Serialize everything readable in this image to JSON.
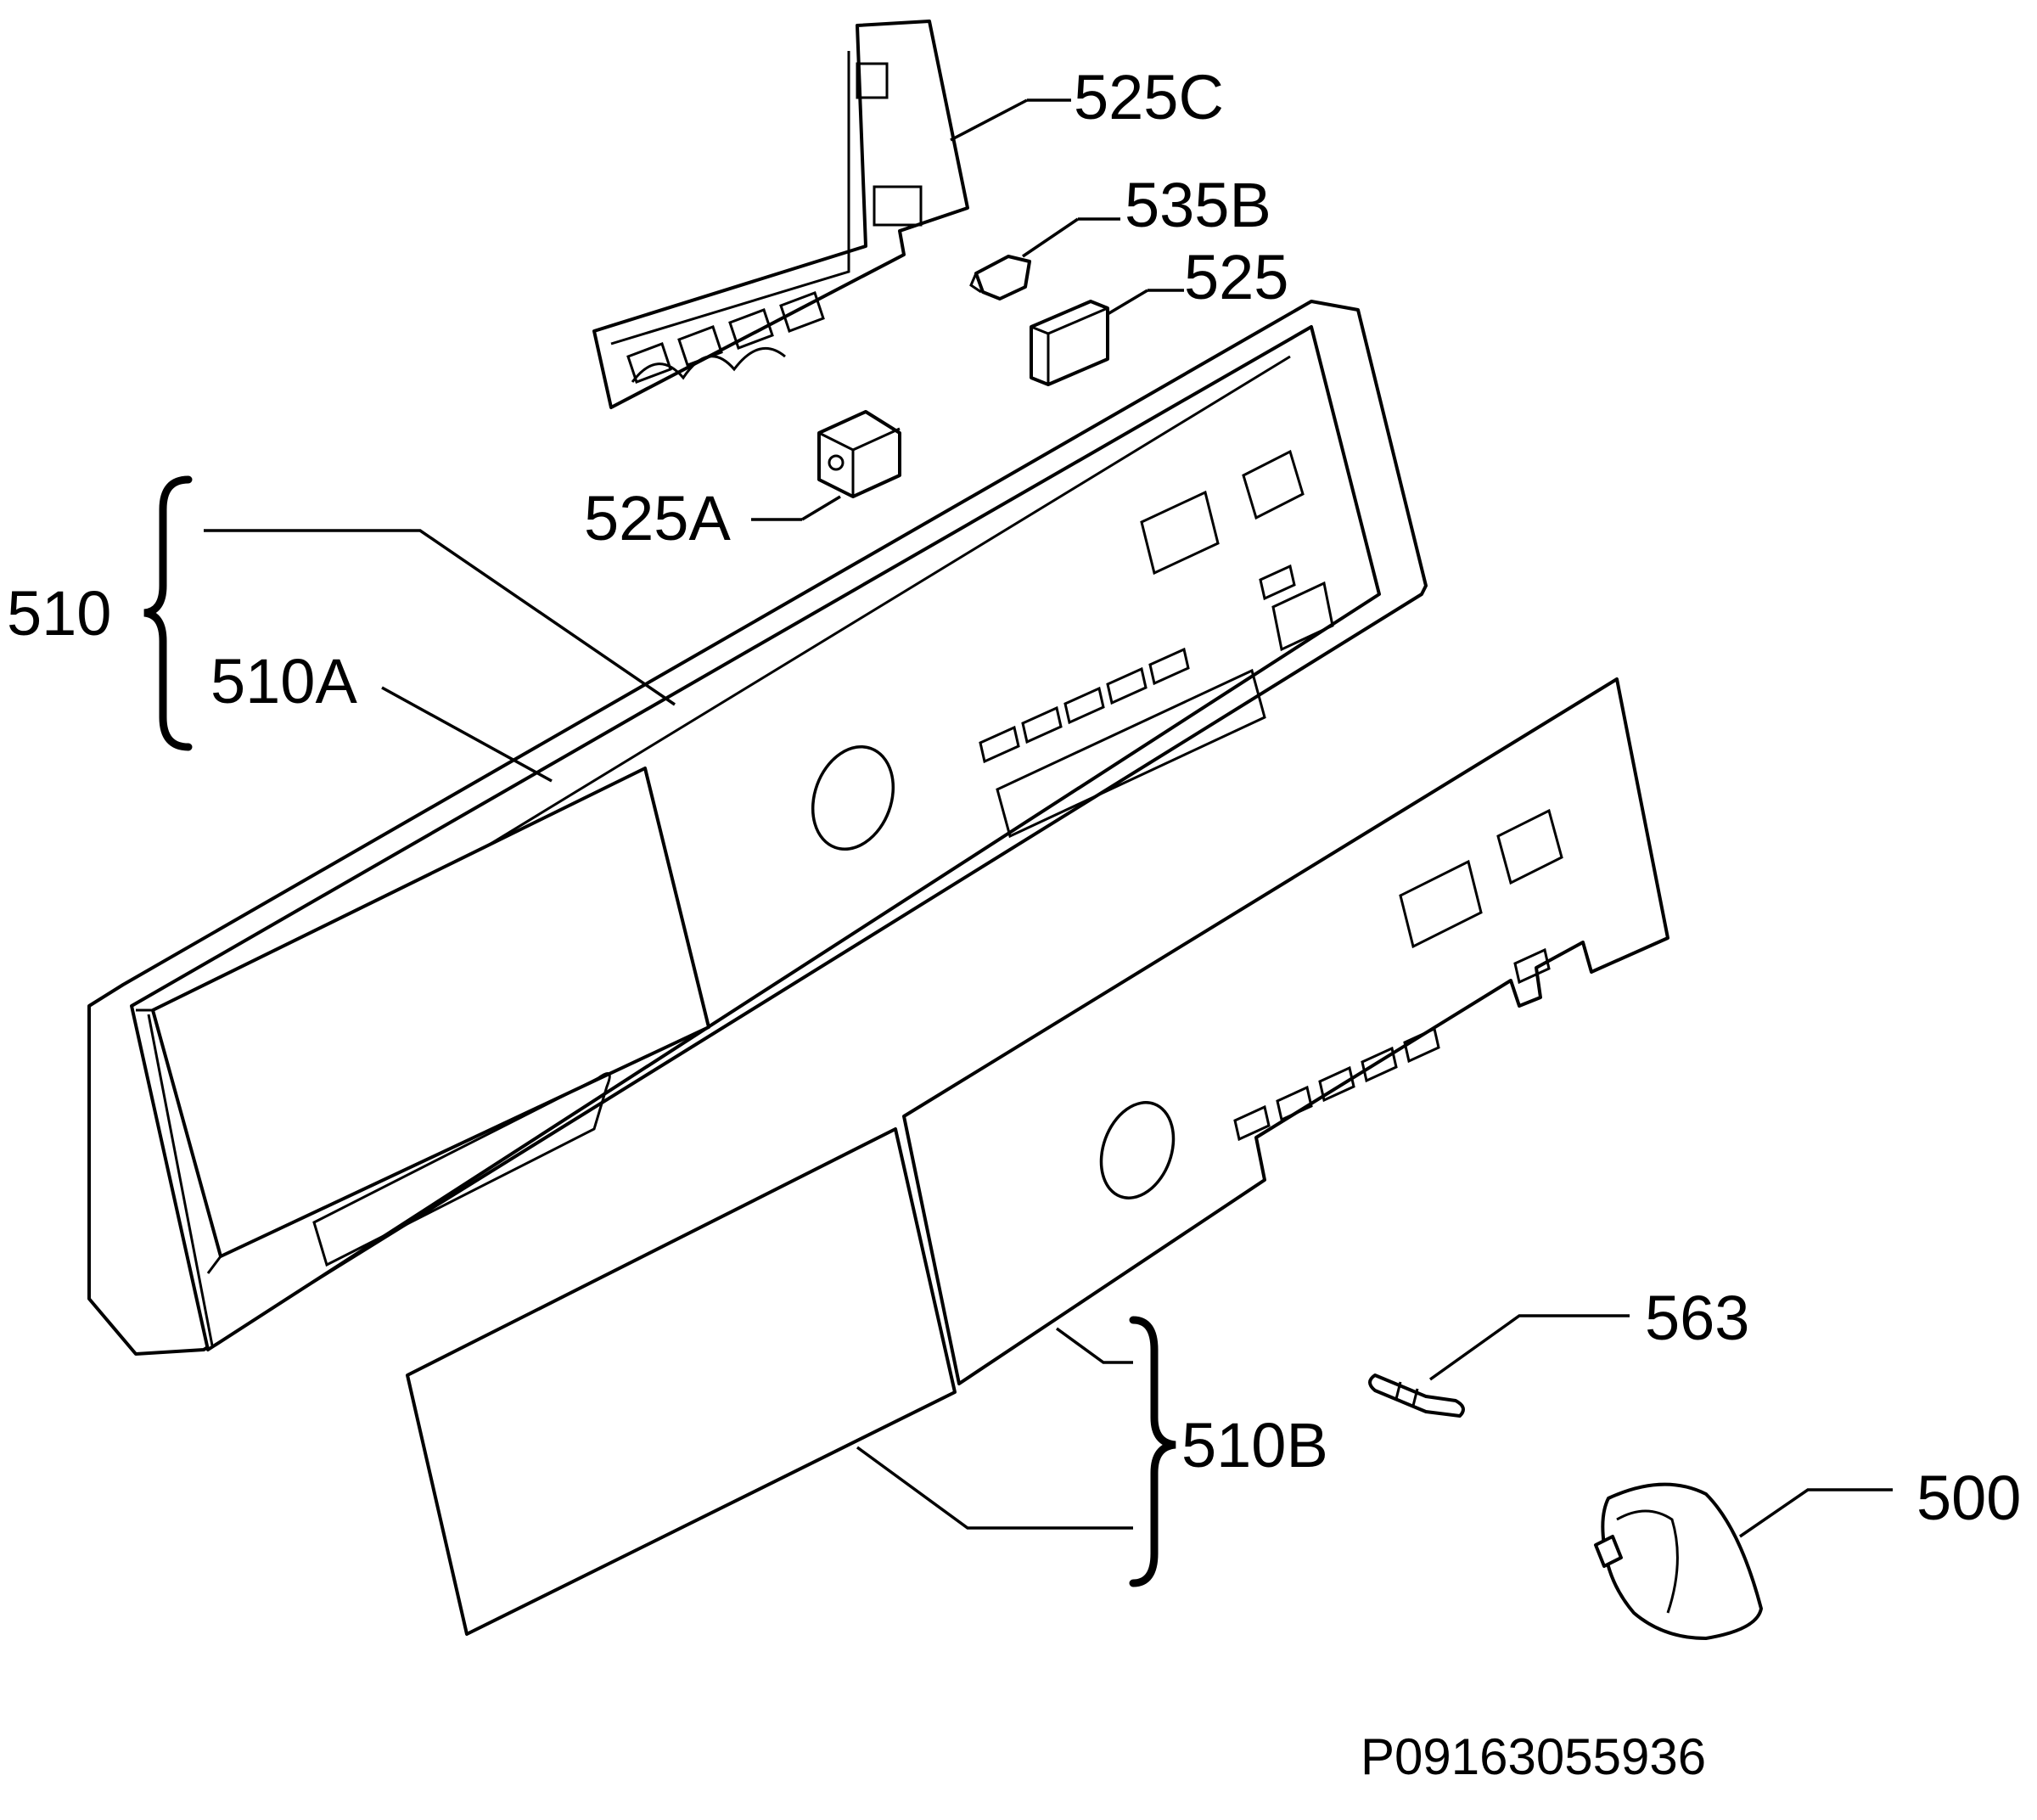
{
  "diagram": {
    "drawing_code": "P09163055936",
    "parts": [
      {
        "id": "p525C",
        "label": "525C"
      },
      {
        "id": "p535B",
        "label": "535B"
      },
      {
        "id": "p525",
        "label": "525"
      },
      {
        "id": "p525A",
        "label": "525A"
      },
      {
        "id": "p510",
        "label": "510"
      },
      {
        "id": "p510A",
        "label": "510A"
      },
      {
        "id": "p563",
        "label": "563"
      },
      {
        "id": "p510B",
        "label": "510B"
      },
      {
        "id": "p500",
        "label": "500"
      }
    ]
  }
}
